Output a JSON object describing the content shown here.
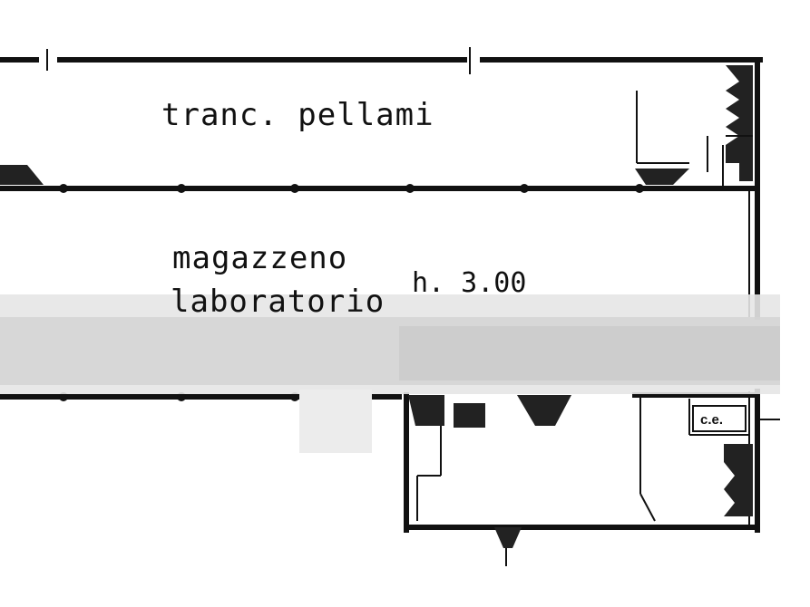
{
  "rooms": {
    "upper": "tranc. pellami",
    "middle_line1": "magazzeno",
    "middle_line2": "laboratorio",
    "height": "h. 3.00",
    "cabinet": "c.e."
  },
  "colors": {
    "ink": "#111111",
    "paper": "#ffffff",
    "blur": "#d9d9d9"
  }
}
